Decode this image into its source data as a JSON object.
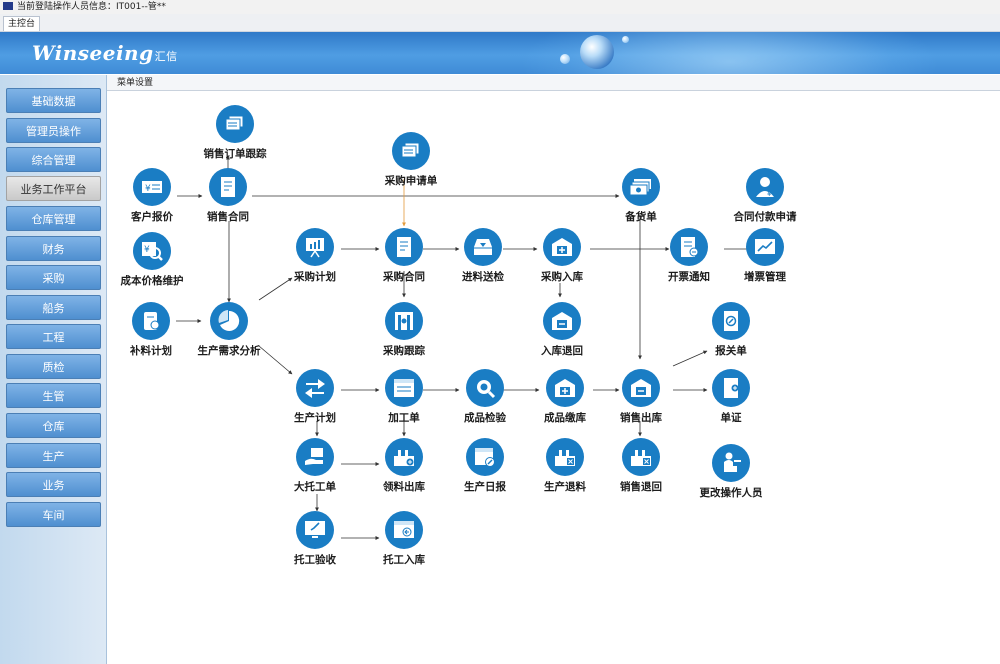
{
  "titlebar": {
    "text": "当前登陆操作人员信息：IT001--管**"
  },
  "tabstrip": {
    "tab_label": "主控台"
  },
  "banner": {
    "logo_text": "Winseeing",
    "logo_cn": "汇信"
  },
  "sidebar": {
    "items": [
      {
        "label": "基础数据"
      },
      {
        "label": "管理员操作"
      },
      {
        "label": "综合管理"
      },
      {
        "label": "业务工作平台"
      },
      {
        "label": "仓库管理"
      },
      {
        "label": "财务"
      },
      {
        "label": "采购"
      },
      {
        "label": "船务"
      },
      {
        "label": "工程"
      },
      {
        "label": "质检"
      },
      {
        "label": "生管"
      },
      {
        "label": "仓库"
      },
      {
        "label": "生产"
      },
      {
        "label": "业务"
      },
      {
        "label": "车间"
      }
    ],
    "active_index": 3
  },
  "breadcrumb": {
    "text": "菜单设置"
  },
  "colors": {
    "node_blue": "#1a7dc4",
    "banner_blue": "#3f8bd6",
    "arrow": "#333333",
    "arrow_highlight": "#e29a3b"
  },
  "nodes": {
    "sales_order_track": {
      "label": "销售订单跟踪",
      "icon": "documents-icon"
    },
    "purchase_request": {
      "label": "采购申请单",
      "icon": "documents-icon"
    },
    "customer_quote": {
      "label": "客户报价",
      "icon": "yen-bill-icon"
    },
    "sales_contract": {
      "label": "销售合同",
      "icon": "contract-icon"
    },
    "stock_order": {
      "label": "备货单",
      "icon": "cash-stack-icon"
    },
    "contract_payment_request": {
      "label": "合同付款申请",
      "icon": "person-yen-icon"
    },
    "cost_price_maint": {
      "label": "成本价格维护",
      "icon": "yen-search-icon"
    },
    "purchase_plan": {
      "label": "采购计划",
      "icon": "presentation-icon"
    },
    "purchase_contract": {
      "label": "采购合同",
      "icon": "contract-icon"
    },
    "incoming_inspection": {
      "label": "进料送检",
      "icon": "inbox-icon"
    },
    "purchase_inbound": {
      "label": "采购入库",
      "icon": "warehouse-in-icon"
    },
    "invoice_notice": {
      "label": "开票通知",
      "icon": "invoice-icon"
    },
    "vat_invoice_mgmt": {
      "label": "增票管理",
      "icon": "chart-up-icon"
    },
    "supplement_plan": {
      "label": "补料计划",
      "icon": "scroll-icon"
    },
    "production_analysis": {
      "label": "生产需求分析",
      "icon": "pie-chart-icon"
    },
    "purchase_track": {
      "label": "采购跟踪",
      "icon": "tracking-gate-icon"
    },
    "inbound_return": {
      "label": "入库退回",
      "icon": "warehouse-out-icon"
    },
    "customs_declaration": {
      "label": "报关单",
      "icon": "edit-doc-icon"
    },
    "production_plan": {
      "label": "生产计划",
      "icon": "swap-arrows-icon"
    },
    "processing_order": {
      "label": "加工单",
      "icon": "window-list-icon"
    },
    "finished_inspection": {
      "label": "成品检验",
      "icon": "magnifier-icon"
    },
    "finished_inbound": {
      "label": "成品缴库",
      "icon": "warehouse-plus-icon"
    },
    "sales_outbound": {
      "label": "销售出库",
      "icon": "warehouse-minus-icon"
    },
    "voucher": {
      "label": "单证",
      "icon": "doc-plus-icon"
    },
    "outsource_order": {
      "label": "大托工单",
      "icon": "hand-give-icon"
    },
    "material_requisition": {
      "label": "领料出库",
      "icon": "factory-plus-icon"
    },
    "production_daily": {
      "label": "生产日报",
      "icon": "window-edit-icon"
    },
    "production_return": {
      "label": "生产退料",
      "icon": "factory-x-icon"
    },
    "sales_return": {
      "label": "销售退回",
      "icon": "factory-x-icon"
    },
    "change_operator": {
      "label": "更改操作人员",
      "icon": "person-desk-icon"
    },
    "outsource_acceptance": {
      "label": "托工验收",
      "icon": "monitor-check-icon"
    },
    "outsource_inbound": {
      "label": "托工入库",
      "icon": "window-back-icon"
    }
  }
}
